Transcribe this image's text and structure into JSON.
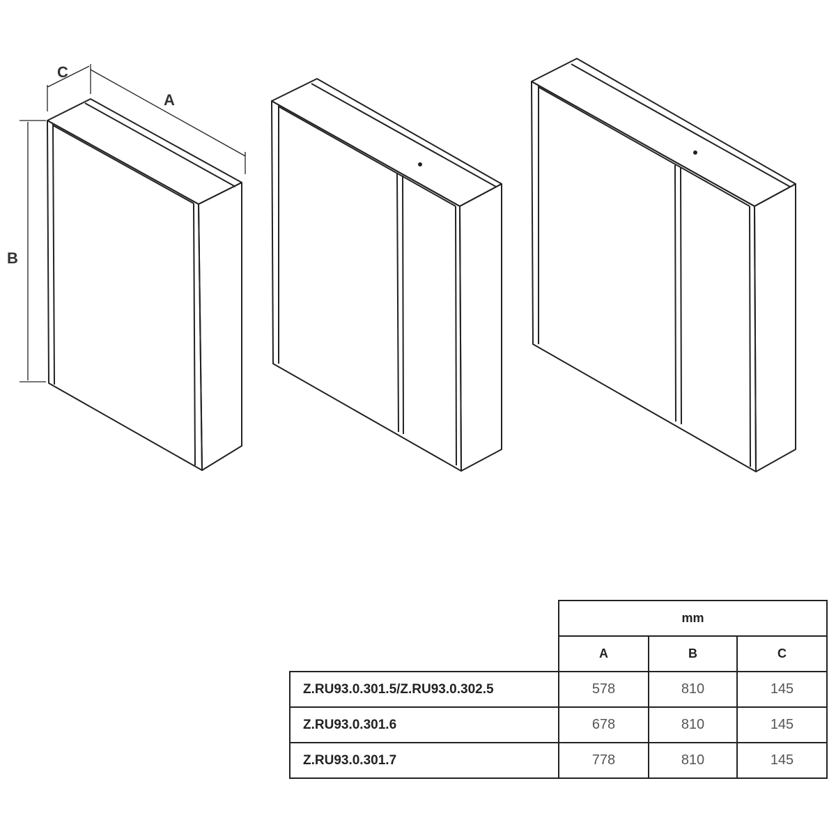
{
  "dimension_labels": {
    "a": "A",
    "b": "B",
    "c": "C"
  },
  "table": {
    "unit": "mm",
    "columns": [
      "A",
      "B",
      "C"
    ],
    "rows": [
      {
        "model": "Z.RU93.0.301.5/Z.RU93.0.302.5",
        "a": "578",
        "b": "810",
        "c": "145"
      },
      {
        "model": "Z.RU93.0.301.6",
        "a": "678",
        "b": "810",
        "c": "145"
      },
      {
        "model": "Z.RU93.0.301.7",
        "a": "778",
        "b": "810",
        "c": "145"
      }
    ]
  }
}
